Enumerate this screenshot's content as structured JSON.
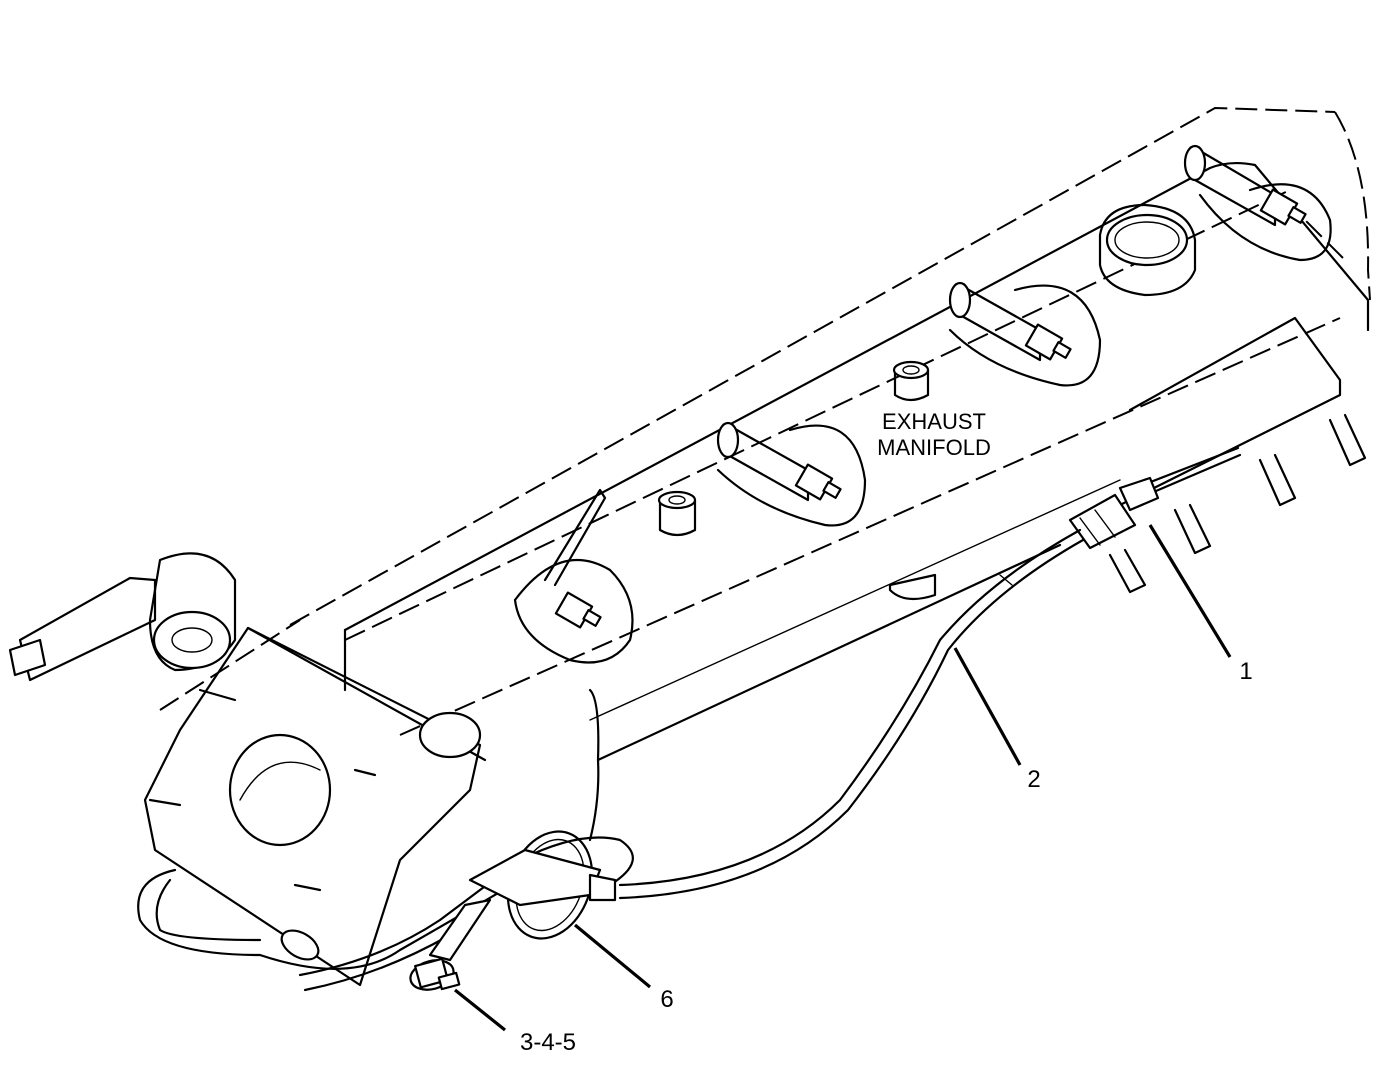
{
  "labels": {
    "manifold_line1": "EXHAUST",
    "manifold_line2": "MANIFOLD"
  },
  "callouts": [
    {
      "id": "1",
      "text": "1"
    },
    {
      "id": "2",
      "text": "2"
    },
    {
      "id": "6",
      "text": "6"
    },
    {
      "id": "345",
      "text": "3-4-5"
    }
  ]
}
